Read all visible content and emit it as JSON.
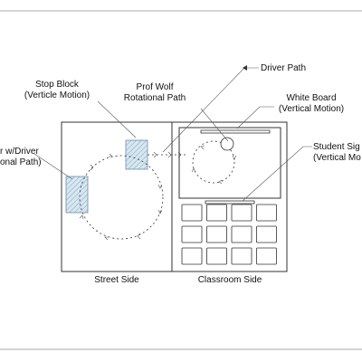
{
  "labels": {
    "stop_block": [
      "Stop Block",
      "(Verticle Motion)"
    ],
    "prof_wolf": [
      "Prof Wolf",
      "Rotational Path"
    ],
    "driver_path": [
      "Driver Path"
    ],
    "white_board": [
      "White Board",
      "(Vertical Motion)"
    ],
    "student_sign": [
      "Student Sig",
      "(Vertical Mo"
    ],
    "door": [
      "r w/Driver",
      "onal Path)"
    ]
  },
  "sides": {
    "street": "Street Side",
    "classroom": "Classroom Side"
  },
  "colors": {
    "line": "#333333",
    "hatch_fill": "#b9d3e3",
    "hatch_stroke": "#6c8ea8",
    "background": "#ffffff"
  }
}
